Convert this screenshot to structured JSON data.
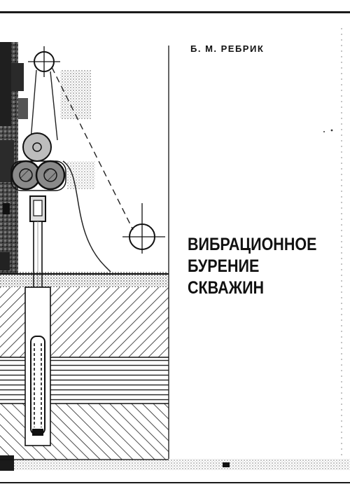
{
  "cover": {
    "author": "Б. М. РЕБРИК",
    "title_lines": [
      "ВИБРАЦИОННОЕ",
      "БУРЕНИЕ",
      "СКВАЖИН"
    ]
  },
  "colors": {
    "ink": "#111111",
    "paper": "#ffffff",
    "halftone": "#3a3a3a"
  },
  "illustration": {
    "subject": "vibratory-drilling-rig-cross-section",
    "icons": [
      "crown-pulley-icon",
      "winch-pulley-icon",
      "vibrator-rollers-icon",
      "drill-string-icon",
      "core-barrel-icon"
    ]
  }
}
